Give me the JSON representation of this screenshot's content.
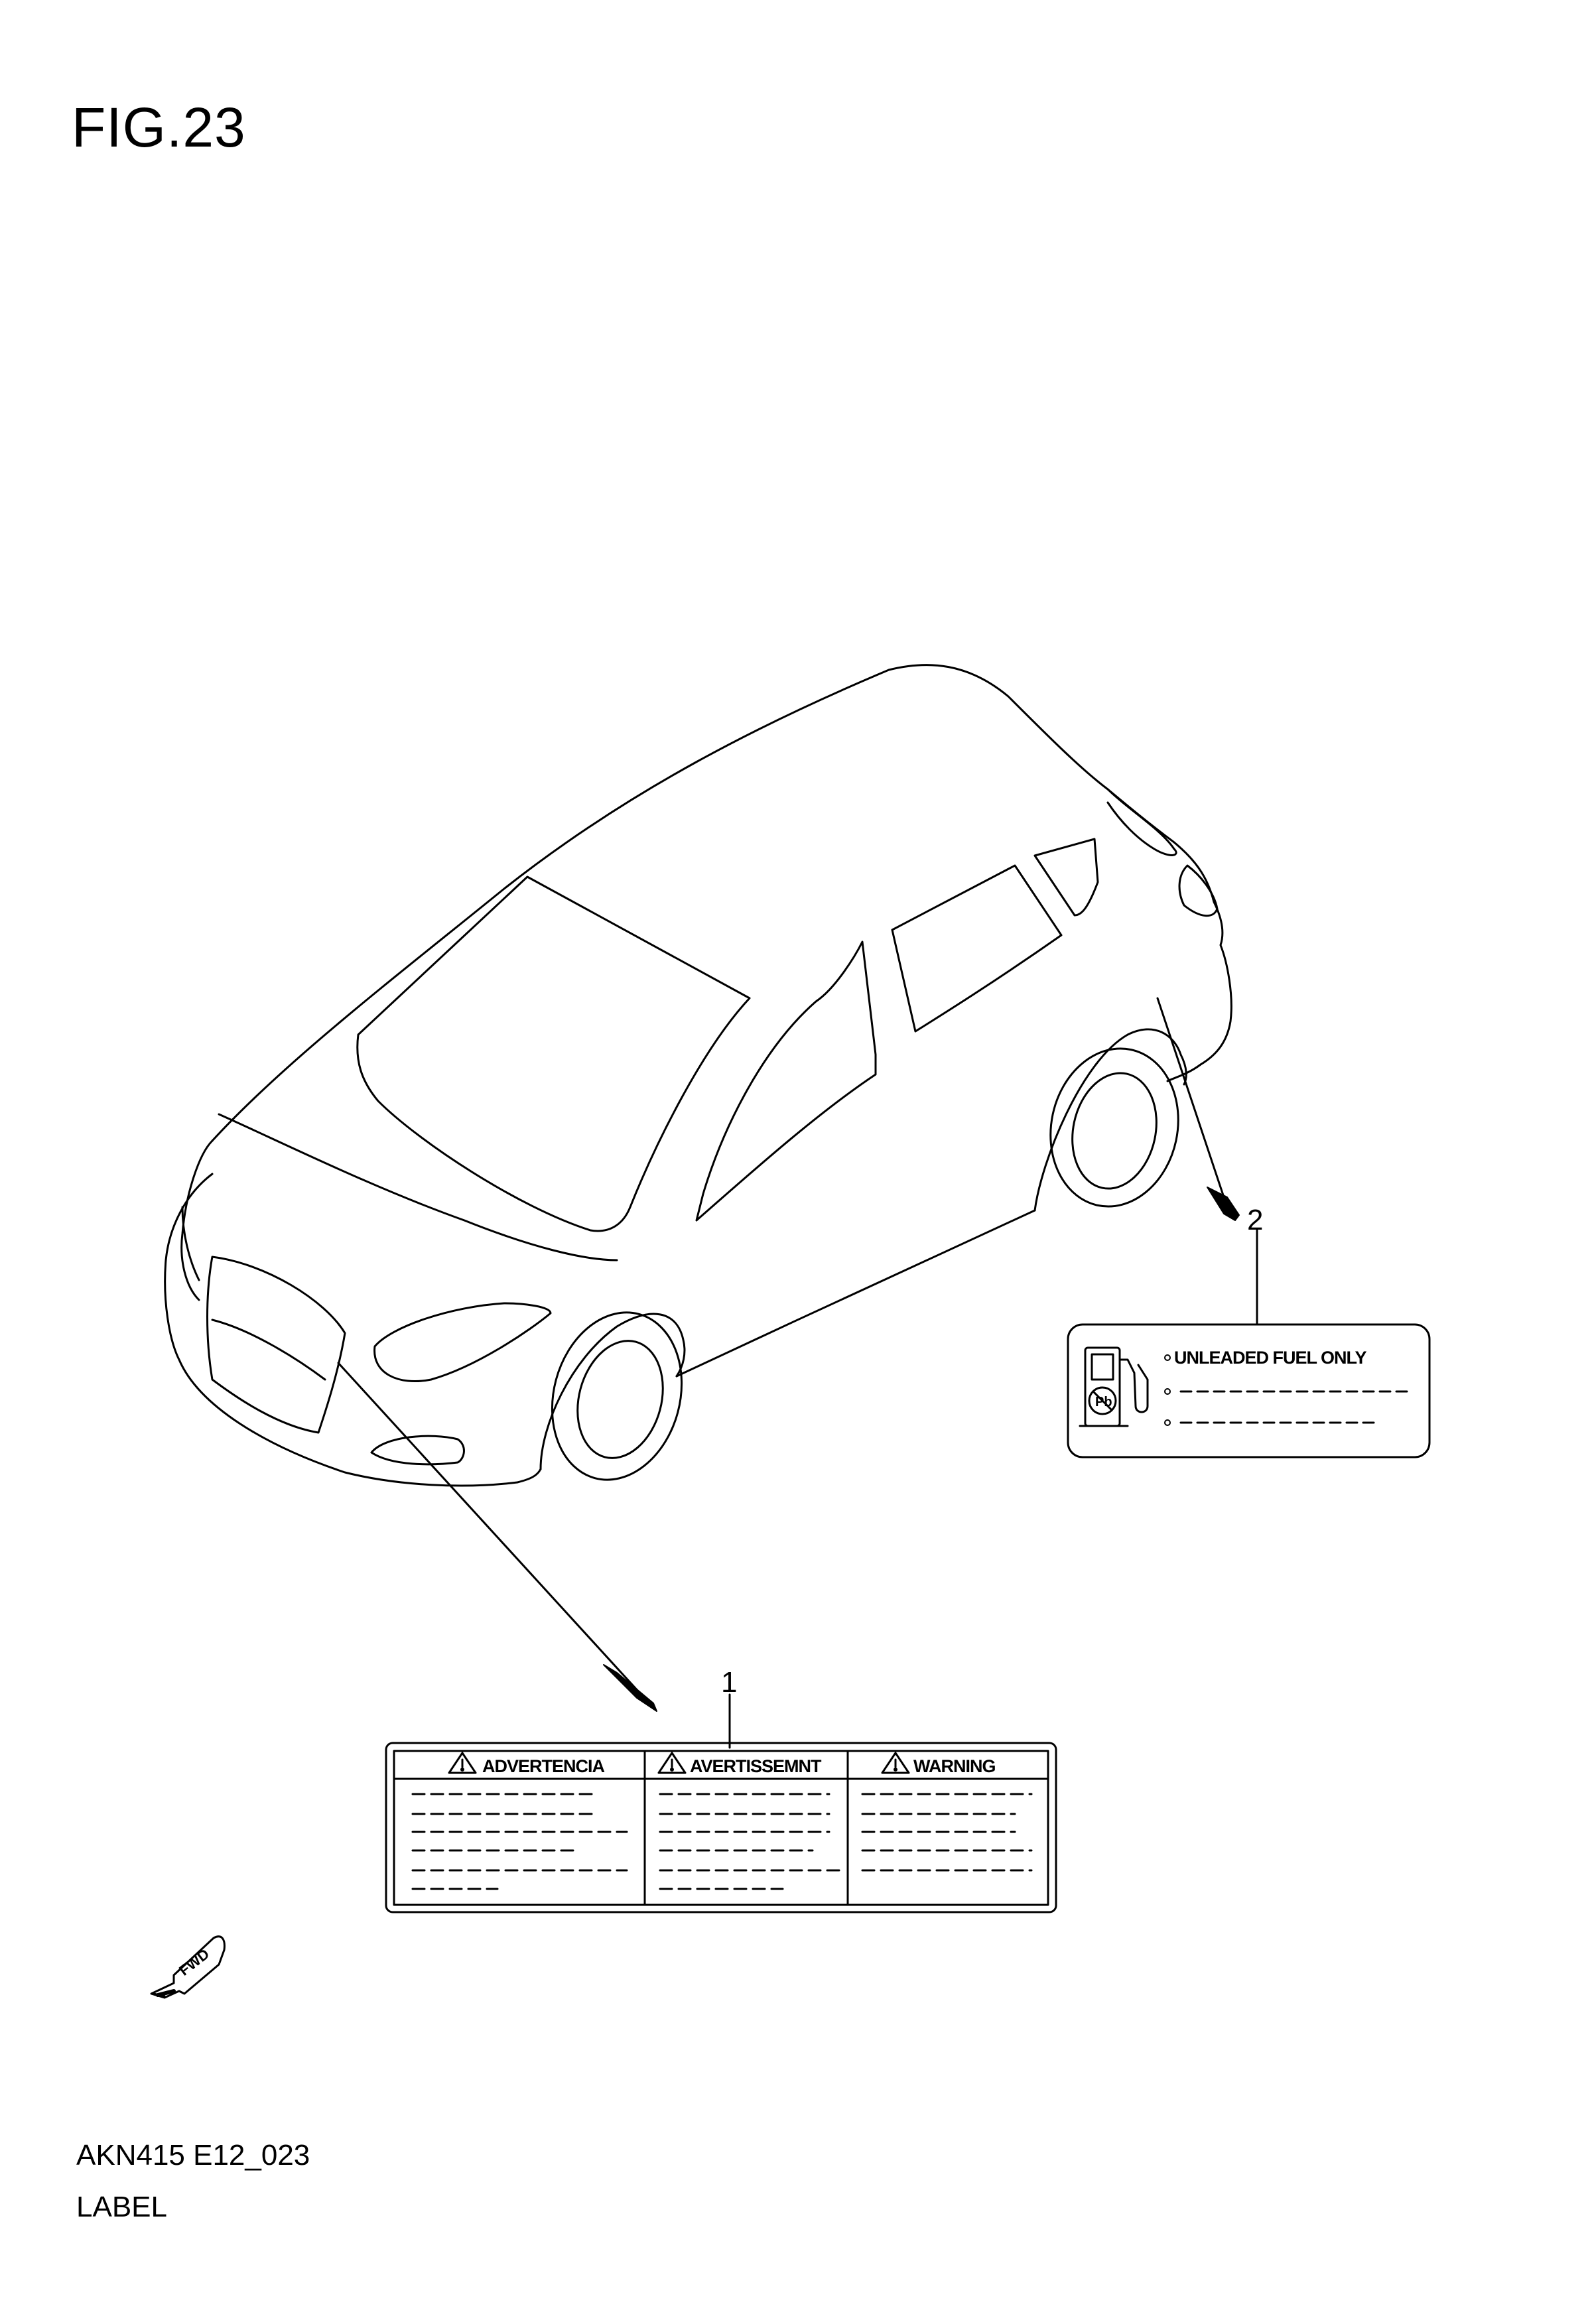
{
  "figure": {
    "title": "FIG.23",
    "code": "AKN415 E12_023",
    "name": "LABEL"
  },
  "callouts": [
    {
      "id": "1",
      "label": "1"
    },
    {
      "id": "2",
      "label": "2"
    }
  ],
  "fuel_label": {
    "text": "UNLEADED FUEL ONLY",
    "icon_text": "Pb"
  },
  "warning_label": {
    "columns": [
      "ADVERTENCIA",
      "AVERTISSEMNT",
      "WARNING"
    ]
  },
  "fwd_arrow": {
    "text": "FWD"
  }
}
